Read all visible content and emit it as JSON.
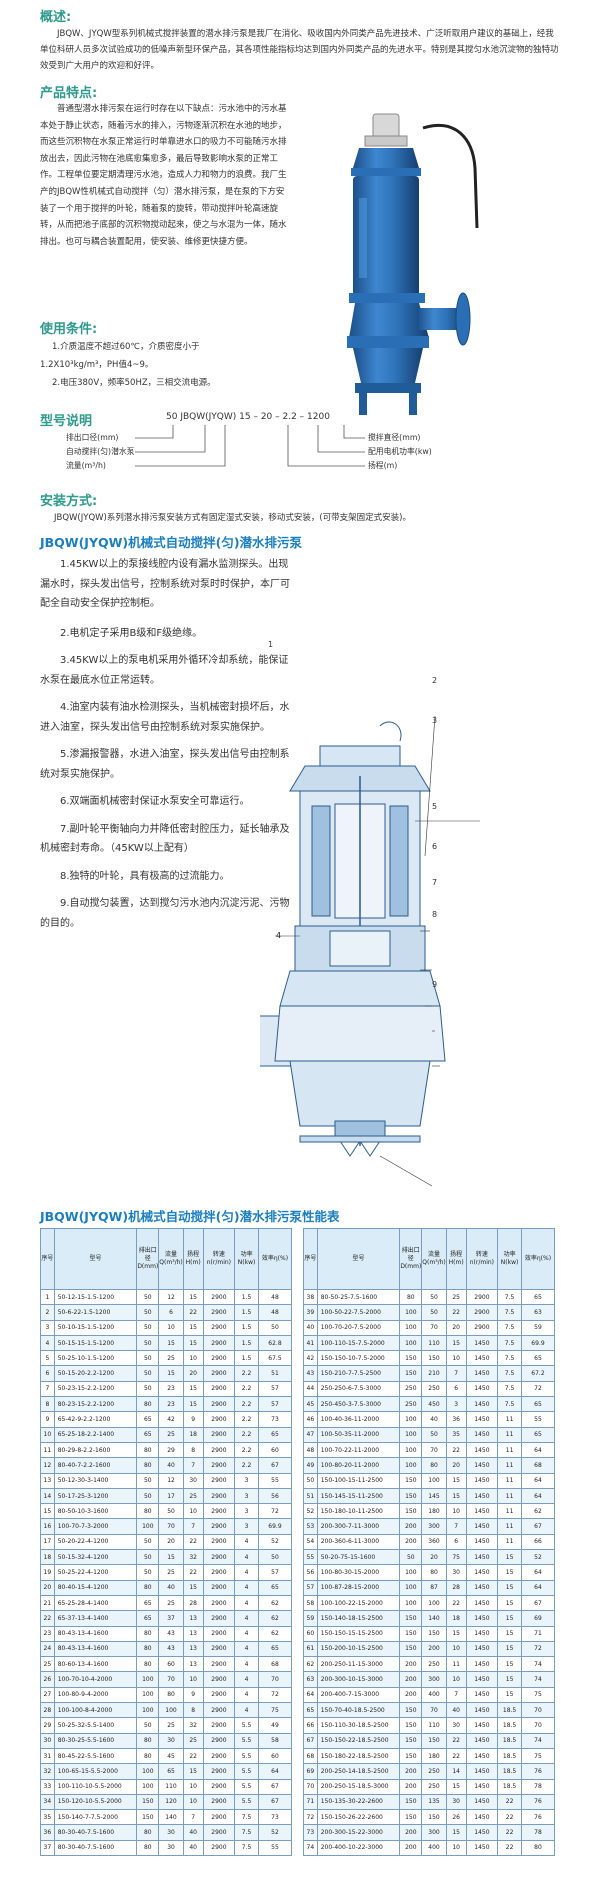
{
  "overview": {
    "title": "概述:",
    "text": "JBQW、JYQW型系列机械式搅拌装置的潜水排污泵是我厂在消化、吸收国内外同类产品先进技术、广泛听取用户建议的基础上，经我单位科研人员多次试验成功的低噪声新型环保产品，其各项性能指标均达到国内外同类产品的先进水平。特别是其搅匀水池沉淀物的独特功效受到广大用户的欢迎和好评。"
  },
  "features": {
    "title": "产品特点:",
    "text": "普通型潜水排污泵在运行时存在以下缺点：污水池中的污水基本处于静止状态，随着污水的排入，污物逐渐沉积在水池的地步，而这些沉积物在水泵正常运行时单靠进水口的吸力不可能随污水排放出去，因此污物在池底愈集愈多，最后导致影响水泵的正常工作。工程单位要定期清理污水池，造成人力和物力的浪费。我厂生产的JBQW性机械式自动搅拌（匀）潜水排污泵，是在泵的下方安装了一个用于搅拌的叶轮，随着泵的旋转，带动搅拌叶轮高速旋转，从而把池子底部的沉积物搅动起来，使之与水混为一体，随水排出。也可与耦合装置配用，使安装、维修更快捷方便。"
  },
  "conditions": {
    "title": "使用条件:",
    "line1a": "1.介质温度不超过60℃，介质密度小于",
    "line1b": "1.2X10³kg/m³，PH值4~9。",
    "line2": "2.电压380V，频率50HZ，三相交流电源。"
  },
  "model": {
    "title": "型号说明",
    "code": "50  JBQW(JYQW)  15 – 20 – 2.2 – 1200",
    "left_labels": [
      "排出口径(mm)",
      "自动搅拌(匀)潜水泵",
      "流量(m³/h)"
    ],
    "right_labels": [
      "搅拌直径(mm)",
      "配用电机功率(kw)",
      "扬程(m)"
    ]
  },
  "install": {
    "title": "安装方式:",
    "text": "JBQW(JYQW)系列潜水排污泵安装方式有固定湿式安装，移动式安装，(可带支架固定式安装)。"
  },
  "section2": {
    "title": "JBQW(JYQW)机械式自动搅拌(匀)潜水排污泵",
    "items": [
      "1.45KW以上的泵接线腔内设有漏水监测探头。出现漏水时，探头发出信号，控制系统对泵时时保护，本厂可配全自动安全保护控制柜。",
      "2.电机定子采用B级和F级绝缘。",
      "3.45KW以上的泵电机采用外循环冷却系统，能保证水泵在最底水位正常运转。",
      "4.油室内装有油水检测探头，当机械密封损坏后，水进入油室，探头发出信号由控制系统对泵实施保护。",
      "5.渗漏报警器，水进入油室，探头发出信号由控制系统对泵实施保护。",
      "6.双端面机械密封保证水泵安全可靠运行。",
      "7.副叶轮平衡轴向力并降低密封腔压力，延长轴承及机械密封寿命。（45KW以上配有）",
      "8.独特的叶轮，具有极高的过流能力。",
      "9.自动搅匀装置，达到搅匀污水池内沉淀污泥、污物的目的。"
    ],
    "callouts": [
      "1",
      "2",
      "3",
      "4",
      "5",
      "6",
      "7",
      "8",
      "9"
    ]
  },
  "table": {
    "title": "JBQW(JYQW)机械式自动搅拌(匀)潜水排污泵性能表",
    "headers": [
      "序号",
      "型号",
      "排出口径D(mm)",
      "流量Q(m³/h)",
      "扬程H(m)",
      "转速n(r/min)",
      "功率N(kw)",
      "效率η(%)"
    ],
    "left_rows": [
      [
        "1",
        "50-12-15-1.5-1200",
        "50",
        "12",
        "15",
        "2900",
        "1.5",
        "48"
      ],
      [
        "2",
        "50-6-22-1.5-1200",
        "50",
        "6",
        "22",
        "2900",
        "1.5",
        "48"
      ],
      [
        "3",
        "50-10-15-1.5-1200",
        "50",
        "10",
        "15",
        "2900",
        "1.5",
        "50"
      ],
      [
        "4",
        "50-15-15-1.5-1200",
        "50",
        "15",
        "15",
        "2900",
        "1.5",
        "62.8"
      ],
      [
        "5",
        "50-25-10-1.5-1200",
        "50",
        "25",
        "10",
        "2900",
        "1.5",
        "67.5"
      ],
      [
        "6",
        "50-15-20-2.2-1200",
        "50",
        "15",
        "20",
        "2900",
        "2.2",
        "51"
      ],
      [
        "7",
        "50-23-15-2.2-1200",
        "50",
        "23",
        "15",
        "2900",
        "2.2",
        "57"
      ],
      [
        "8",
        "80-23-15-2.2-1200",
        "80",
        "23",
        "15",
        "2900",
        "2.2",
        "57"
      ],
      [
        "9",
        "65-42-9-2.2-1200",
        "65",
        "42",
        "9",
        "2900",
        "2.2",
        "73"
      ],
      [
        "10",
        "65-25-18-2.2-1400",
        "65",
        "25",
        "18",
        "2900",
        "2.2",
        "65"
      ],
      [
        "11",
        "80-29-8-2.2-1600",
        "80",
        "29",
        "8",
        "2900",
        "2.2",
        "60"
      ],
      [
        "12",
        "80-40-7-2.2-1600",
        "80",
        "40",
        "7",
        "2900",
        "2.2",
        "67"
      ],
      [
        "13",
        "50-12-30-3-1400",
        "50",
        "12",
        "30",
        "2900",
        "3",
        "55"
      ],
      [
        "14",
        "50-17-25-3-1200",
        "50",
        "17",
        "25",
        "2900",
        "3",
        "56"
      ],
      [
        "15",
        "80-50-10-3-1600",
        "80",
        "50",
        "10",
        "2900",
        "3",
        "72"
      ],
      [
        "16",
        "100-70-7-3-2000",
        "100",
        "70",
        "7",
        "2900",
        "3",
        "69.9"
      ],
      [
        "17",
        "50-20-22-4-1200",
        "50",
        "20",
        "22",
        "2900",
        "4",
        "52"
      ],
      [
        "18",
        "50-15-32-4-1200",
        "50",
        "15",
        "32",
        "2900",
        "4",
        "50"
      ],
      [
        "19",
        "50-25-22-4-1200",
        "50",
        "25",
        "22",
        "2900",
        "4",
        "57"
      ],
      [
        "20",
        "80-40-15-4-1200",
        "80",
        "40",
        "15",
        "2900",
        "4",
        "65"
      ],
      [
        "21",
        "65-25-28-4-1400",
        "65",
        "25",
        "28",
        "2900",
        "4",
        "62"
      ],
      [
        "22",
        "65-37-13-4-1400",
        "65",
        "37",
        "13",
        "2900",
        "4",
        "62"
      ],
      [
        "23",
        "80-43-13-4-1600",
        "80",
        "43",
        "13",
        "2900",
        "4",
        "62"
      ],
      [
        "24",
        "80-43-13-4-1600",
        "80",
        "43",
        "13",
        "2900",
        "4",
        "65"
      ],
      [
        "25",
        "80-60-13-4-1600",
        "80",
        "60",
        "13",
        "2900",
        "4",
        "68"
      ],
      [
        "26",
        "100-70-10-4-2000",
        "100",
        "70",
        "10",
        "2900",
        "4",
        "70"
      ],
      [
        "27",
        "100-80-9-4-2000",
        "100",
        "80",
        "9",
        "2900",
        "4",
        "72"
      ],
      [
        "28",
        "100-100-8-4-2000",
        "100",
        "100",
        "8",
        "2900",
        "4",
        "75"
      ],
      [
        "29",
        "50-25-32-5.5-1400",
        "50",
        "25",
        "32",
        "2900",
        "5.5",
        "49"
      ],
      [
        "30",
        "80-30-25-5.5-1600",
        "80",
        "30",
        "25",
        "2900",
        "5.5",
        "58"
      ],
      [
        "31",
        "80-45-22-5.5-1600",
        "80",
        "45",
        "22",
        "2900",
        "5.5",
        "60"
      ],
      [
        "32",
        "100-65-15-5.5-2000",
        "100",
        "65",
        "15",
        "2900",
        "5.5",
        "64"
      ],
      [
        "33",
        "100-110-10-5.5-2000",
        "100",
        "110",
        "10",
        "2900",
        "5.5",
        "67"
      ],
      [
        "34",
        "150-120-10-5.5-2000",
        "150",
        "120",
        "10",
        "2900",
        "5.5",
        "67"
      ],
      [
        "35",
        "150-140-7-7.5-2000",
        "150",
        "140",
        "7",
        "2900",
        "7.5",
        "73"
      ],
      [
        "36",
        "80-30-40-7.5-1600",
        "80",
        "30",
        "40",
        "2900",
        "7.5",
        "52"
      ],
      [
        "37",
        "80-30-40-7.5-1600",
        "80",
        "30",
        "40",
        "2900",
        "7.5",
        "55"
      ]
    ],
    "right_rows": [
      [
        "38",
        "80-50-25-7.5-1600",
        "80",
        "50",
        "25",
        "2900",
        "7.5",
        "65"
      ],
      [
        "39",
        "100-50-22-7.5-2000",
        "100",
        "50",
        "22",
        "2900",
        "7.5",
        "63"
      ],
      [
        "40",
        "100-70-20-7.5-2000",
        "100",
        "70",
        "20",
        "2900",
        "7.5",
        "59"
      ],
      [
        "41",
        "100-110-15-7.5-2000",
        "100",
        "110",
        "15",
        "1450",
        "7.5",
        "69.9"
      ],
      [
        "42",
        "150-150-10-7.5-2000",
        "150",
        "150",
        "10",
        "1450",
        "7.5",
        "65"
      ],
      [
        "43",
        "150-210-7-7.5-2500",
        "150",
        "210",
        "7",
        "1450",
        "7.5",
        "67.2"
      ],
      [
        "44",
        "250-250-6-7.5-3000",
        "250",
        "250",
        "6",
        "1450",
        "7.5",
        "72"
      ],
      [
        "45",
        "250-450-3-7.5-3000",
        "250",
        "450",
        "3",
        "1450",
        "7.5",
        "65"
      ],
      [
        "46",
        "100-40-36-11-2000",
        "100",
        "40",
        "36",
        "1450",
        "11",
        "55"
      ],
      [
        "47",
        "100-50-35-11-2000",
        "100",
        "50",
        "35",
        "1450",
        "11",
        "65"
      ],
      [
        "48",
        "100-70-22-11-2000",
        "100",
        "70",
        "22",
        "1450",
        "11",
        "64"
      ],
      [
        "49",
        "100-80-20-11-2000",
        "100",
        "80",
        "20",
        "1450",
        "11",
        "68"
      ],
      [
        "50",
        "150-100-15-11-2500",
        "150",
        "100",
        "15",
        "1450",
        "11",
        "64"
      ],
      [
        "51",
        "150-145-15-11-2500",
        "150",
        "145",
        "15",
        "1450",
        "11",
        "64"
      ],
      [
        "52",
        "150-180-10-11-2500",
        "150",
        "180",
        "10",
        "1450",
        "11",
        "62"
      ],
      [
        "53",
        "200-300-7-11-3000",
        "200",
        "300",
        "7",
        "1450",
        "11",
        "67"
      ],
      [
        "54",
        "200-360-6-11-3000",
        "200",
        "360",
        "6",
        "1450",
        "11",
        "66"
      ],
      [
        "55",
        "50-20-75-15-1600",
        "50",
        "20",
        "75",
        "1450",
        "15",
        "52"
      ],
      [
        "56",
        "100-80-30-15-2000",
        "100",
        "80",
        "30",
        "1450",
        "15",
        "64"
      ],
      [
        "57",
        "100-87-28-15-2000",
        "100",
        "87",
        "28",
        "1450",
        "15",
        "64"
      ],
      [
        "58",
        "100-100-22-15-2000",
        "100",
        "100",
        "22",
        "1450",
        "15",
        "67"
      ],
      [
        "59",
        "150-140-18-15-2500",
        "150",
        "140",
        "18",
        "1450",
        "15",
        "69"
      ],
      [
        "60",
        "150-150-15-15-2500",
        "150",
        "150",
        "15",
        "1450",
        "15",
        "71"
      ],
      [
        "61",
        "150-200-10-15-2500",
        "150",
        "200",
        "10",
        "1450",
        "15",
        "72"
      ],
      [
        "62",
        "200-250-11-15-3000",
        "200",
        "250",
        "11",
        "1450",
        "15",
        "74"
      ],
      [
        "63",
        "200-300-10-15-3000",
        "200",
        "300",
        "10",
        "1450",
        "15",
        "74"
      ],
      [
        "64",
        "200-400-7-15-3000",
        "200",
        "400",
        "7",
        "1450",
        "15",
        "75"
      ],
      [
        "65",
        "150-70-40-18.5-2500",
        "150",
        "70",
        "40",
        "1450",
        "18.5",
        "70"
      ],
      [
        "66",
        "150-110-30-18.5-2500",
        "150",
        "110",
        "30",
        "1450",
        "18.5",
        "70"
      ],
      [
        "67",
        "150-150-22-18.5-2500",
        "150",
        "150",
        "22",
        "1450",
        "18.5",
        "74"
      ],
      [
        "68",
        "150-180-22-18.5-2500",
        "150",
        "180",
        "22",
        "1450",
        "18.5",
        "75"
      ],
      [
        "69",
        "200-250-14-18.5-2500",
        "200",
        "250",
        "14",
        "1450",
        "18.5",
        "76"
      ],
      [
        "70",
        "200-250-15-18.5-3000",
        "200",
        "250",
        "15",
        "1450",
        "18.5",
        "78"
      ],
      [
        "71",
        "150-135-30-22-2600",
        "150",
        "135",
        "30",
        "1450",
        "22",
        "76"
      ],
      [
        "72",
        "150-150-26-22-2600",
        "150",
        "150",
        "26",
        "1450",
        "22",
        "76"
      ],
      [
        "73",
        "200-300-15-22-3000",
        "200",
        "300",
        "15",
        "1450",
        "22",
        "78"
      ],
      [
        "74",
        "200-400-10-22-3000",
        "200",
        "400",
        "10",
        "1450",
        "22",
        "80"
      ]
    ]
  },
  "colors": {
    "heading": "#2e9a8e",
    "blue_title": "#1a7fc0",
    "pump_body": "#2a6fb5",
    "table_border": "#7a9cc0",
    "table_header": "#d9ecf7"
  }
}
